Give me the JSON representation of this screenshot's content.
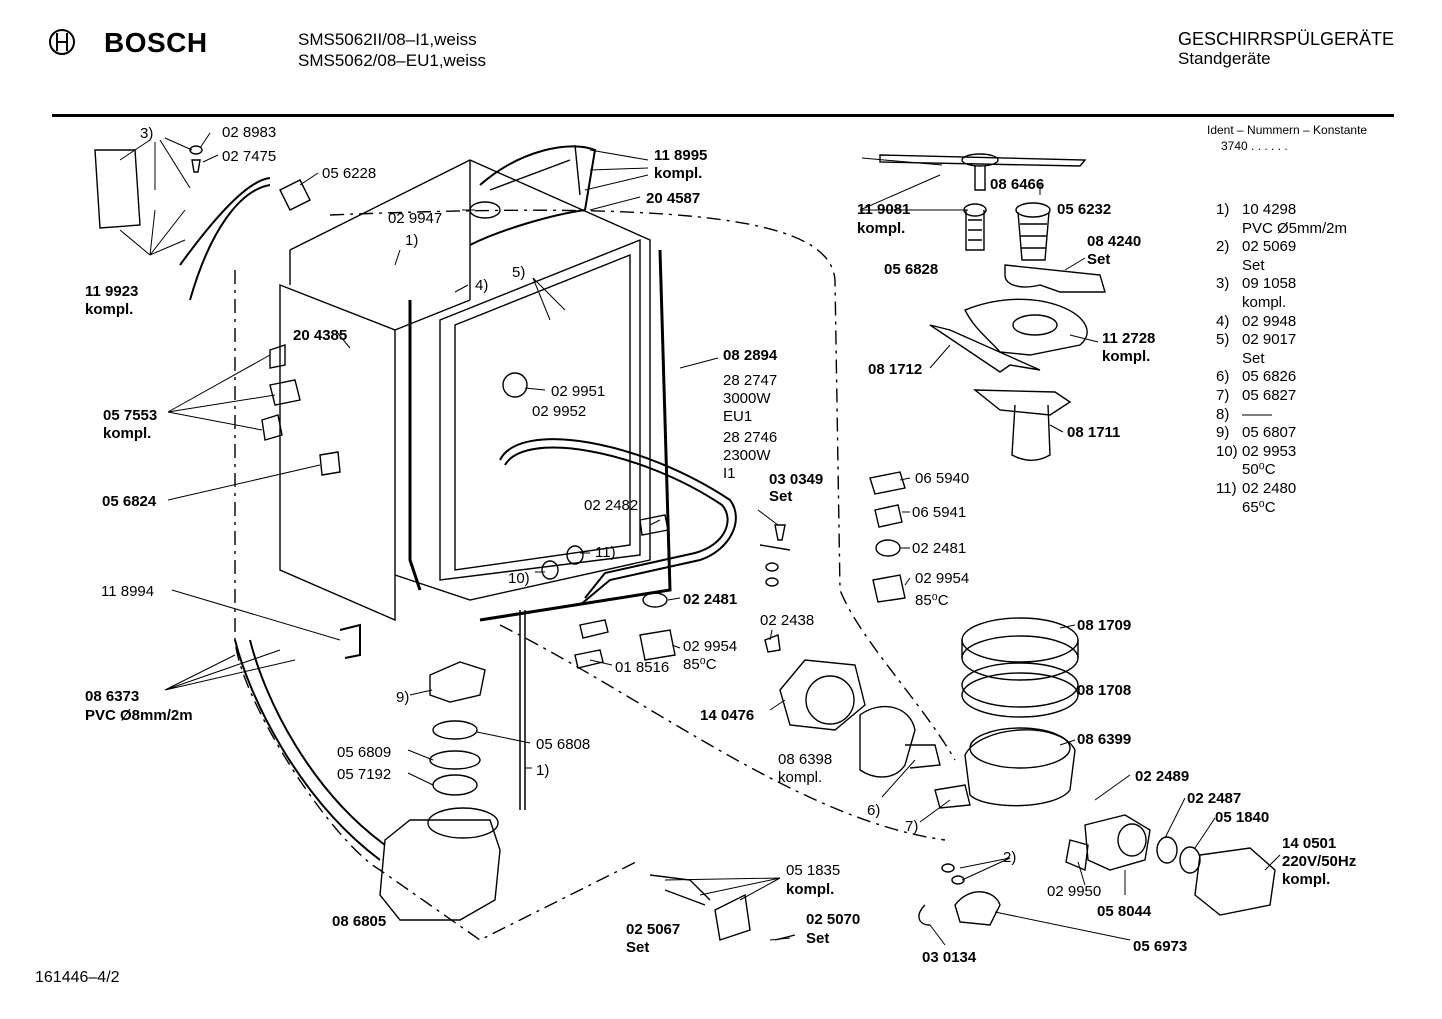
{
  "header": {
    "brand": "BOSCH",
    "model_line_1": "SMS5062II/08–I1,weiss",
    "model_line_2": "SMS5062/08–EU1,weiss",
    "category_line_1": "GESCHIRRSPÜLGERÄTE",
    "category_line_2": "Standgeräte"
  },
  "ident": {
    "title": "Ident – Nummern – Konstante",
    "value": "3740 . . . . . ."
  },
  "legend": [
    {
      "key": "1)",
      "lines": [
        "10 4298",
        "PVC Ø5mm/2m"
      ]
    },
    {
      "key": "2)",
      "lines": [
        "02 5069",
        "Set"
      ]
    },
    {
      "key": "3)",
      "lines": [
        "09 1058",
        "kompl."
      ]
    },
    {
      "key": "4)",
      "lines": [
        "02 9948"
      ]
    },
    {
      "key": "5)",
      "lines": [
        "02 9017",
        "Set"
      ]
    },
    {
      "key": "6)",
      "lines": [
        "05 6826"
      ]
    },
    {
      "key": "7)",
      "lines": [
        "05 6827"
      ]
    },
    {
      "key": "8)",
      "lines": [
        "——"
      ]
    },
    {
      "key": "9)",
      "lines": [
        "05 6807"
      ]
    },
    {
      "key": "10)",
      "lines": [
        "02 9953",
        "50⁰C"
      ]
    },
    {
      "key": "11)",
      "lines": [
        "02 2480",
        "65⁰C"
      ]
    }
  ],
  "callouts": {
    "c3": "3)",
    "p028983": "02 8983",
    "p027475": "02 7475",
    "p056228": "05 6228",
    "p119923": "11 9923",
    "p119923k": "kompl.",
    "p118995": "11 8995",
    "p118995k": "kompl.",
    "p204587": "20 4587",
    "p029947": "02 9947",
    "c1a": "1)",
    "c4": "4)",
    "c5": "5)",
    "p204385": "20 4385",
    "p082894": "08 2894",
    "p282747": "28 2747",
    "w3000": "3000W",
    "eu1": "EU1",
    "p282746": "28 2746",
    "w2300": "2300W",
    "i1": "I1",
    "p029951": "02 9951",
    "p029952": "02 9952",
    "p057553": "05 7553",
    "p057553k": "kompl.",
    "p056824": "05 6824",
    "p022482": "02 2482",
    "c11": "11)",
    "c10": "10)",
    "p118994": "11 8994",
    "p022481a": "02 2481",
    "p029954a": "02 9954",
    "t85a": "85⁰C",
    "p018516": "01 8516",
    "p086373": "08 6373",
    "p086373k": "PVC Ø8mm/2m",
    "c9": "9)",
    "p056809": "05 6809",
    "p056808": "05 6808",
    "p057192": "05 7192",
    "c1b": "1)",
    "p086805": "08 6805",
    "p051835": "05 1835",
    "p051835k": "kompl.",
    "p025067": "02 5067",
    "p025067s": "Set",
    "p025070": "02 5070",
    "p025070s": "Set",
    "p030349": "03 0349",
    "p030349s": "Set",
    "p022438": "02 2438",
    "p140476": "14 0476",
    "p086398": "08 6398",
    "p086398k": "kompl.",
    "c6": "6)",
    "c7": "7)",
    "p086466": "08 6466",
    "p119081": "11 9081",
    "p119081k": "kompl.",
    "p056232": "05 6232",
    "p084240": "08 4240",
    "p084240s": "Set",
    "p056828": "05 6828",
    "p112728": "11 2728",
    "p112728k": "kompl.",
    "p081712": "08 1712",
    "p081711": "08 1711",
    "p065940": "06 5940",
    "p065941": "06 5941",
    "p022481b": "02 2481",
    "p029954b": "02 9954",
    "t85b": "85⁰C",
    "p081709": "08 1709",
    "p081708": "08 1708",
    "p086399": "08 6399",
    "p022489": "02 2489",
    "p022487": "02 2487",
    "p051840": "05 1840",
    "p140501": "14 0501",
    "p140501v": "220V/50Hz",
    "p140501k": "kompl.",
    "c2": "2)",
    "p029950": "02 9950",
    "p058044": "05 8044",
    "p056973": "05 6973",
    "p030134": "03 0134"
  },
  "footer": "161446–4/2"
}
